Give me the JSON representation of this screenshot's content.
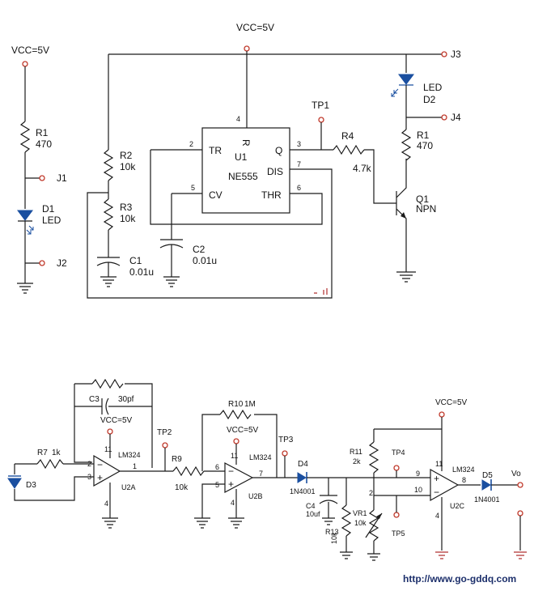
{
  "section_a": {
    "vcc": "VCC=5V",
    "r1_ref": "R1",
    "r1_val": "470",
    "j1": "J1",
    "d1_ref": "D1",
    "d1_type": "LED",
    "j2": "J2"
  },
  "section_b": {
    "vcc": "VCC=5V",
    "j3": "J3",
    "d2_type": "LED",
    "d2_ref": "D2",
    "j4": "J4",
    "r1_ref": "R1",
    "r1_val": "470",
    "tp1": "TP1",
    "r4_ref": "R4",
    "r4_val": "4.7k",
    "q1_ref": "Q1",
    "q1_type": "NPN",
    "r2_ref": "R2",
    "r2_val": "10k",
    "r3_ref": "R3",
    "r3_val": "10k",
    "c1_ref": "C1",
    "c1_val": "0.01u",
    "c2_ref": "C2",
    "c2_val": "0.01u",
    "u1": {
      "ref": "U1",
      "name": "NE555",
      "pin_tr": "TR",
      "pin_q": "Q",
      "pin_dis": "DIS",
      "pin_cv": "CV",
      "pin_thr": "THR",
      "pin_r": "R",
      "num_2": "2",
      "num_3": "3",
      "num_7": "7",
      "num_5": "5",
      "num_6": "6",
      "num_4": "4"
    }
  },
  "section_c": {
    "c3_ref": "C3",
    "c3_val": "30pf",
    "vcc_a": "VCC=5V",
    "r7_ref": "R7",
    "r7_val": "1k",
    "d3_ref": "D3",
    "u2a_type": "LM324",
    "u2a_ref": "U2A",
    "u2a_p2": "2",
    "u2a_p3": "3",
    "u2a_p1": "1",
    "u2a_p11": "11",
    "u2a_p4": "4",
    "tp2": "TP2",
    "r9_ref": "R9",
    "r9_val": "10k",
    "r10_ref": "R10",
    "r10_val": "1M",
    "vcc_b": "VCC=5V",
    "u2b_type": "LM324",
    "u2b_ref": "U2B",
    "u2b_p6": "6",
    "u2b_p5": "5",
    "u2b_p7": "7",
    "u2b_p11": "11",
    "u2b_p4": "4",
    "tp3": "TP3",
    "d4_ref": "D4",
    "d4_val": "1N4001",
    "c4_ref": "C4",
    "c4_val": "10uf",
    "r13_ref": "R13",
    "r13_val": "10k",
    "r11_ref": "R11",
    "r11_val": "2k",
    "tp4": "TP4",
    "vr1_ref": "VR1",
    "vr1_val": "10k",
    "vr1_p2": "2",
    "tp5": "TP5",
    "vcc_c": "VCC=5V",
    "u2c_type": "LM324",
    "u2c_ref": "U2C",
    "u2c_p9": "9",
    "u2c_p10": "10",
    "u2c_p8": "8",
    "u2c_p11": "11",
    "u2c_p4": "4",
    "d5_ref": "D5",
    "d5_val": "1N4001",
    "vo": "Vo"
  },
  "footer": {
    "url": "http://www.go-gddq.com"
  }
}
